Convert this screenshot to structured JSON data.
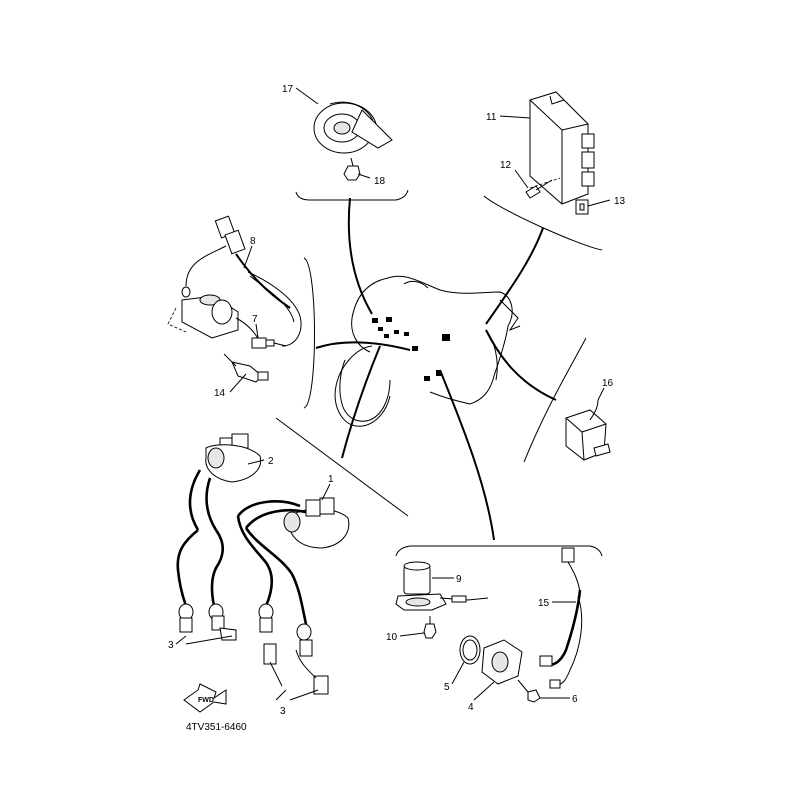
{
  "diagram": {
    "part_code": "4TV351-6460",
    "fwd_label": "FWD",
    "callouts": [
      "1",
      "2",
      "3",
      "3",
      "4",
      "5",
      "6",
      "7",
      "8",
      "9",
      "10",
      "11",
      "12",
      "13",
      "14",
      "15",
      "16",
      "17",
      "18"
    ]
  }
}
